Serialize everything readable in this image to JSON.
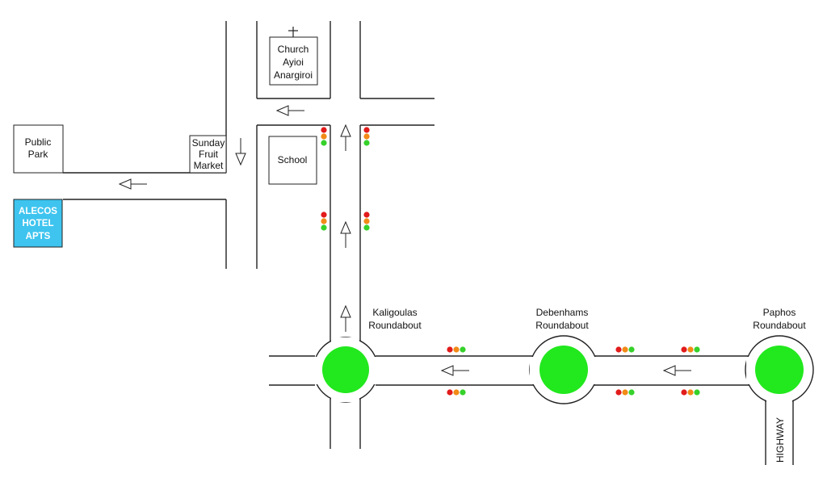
{
  "colors": {
    "roundabout": "#22e81e",
    "hotel": "#3ec4ef",
    "light_red": "#e21b1b",
    "light_amber": "#f28a16",
    "light_green": "#36d12a"
  },
  "landmarks": {
    "church": [
      "Church",
      "Ayioi",
      "Anargiroi"
    ],
    "school": "School",
    "public_park": [
      "Public",
      "Park"
    ],
    "sunday_market": [
      "Sunday",
      "Fruit",
      "Market"
    ],
    "hotel": [
      "ALECOS",
      "HOTEL",
      "APTS"
    ]
  },
  "roundabouts": {
    "kaligoulas": [
      "Kaligoulas",
      "Roundabout"
    ],
    "debenhams": [
      "Debenhams",
      "Roundabout"
    ],
    "paphos": [
      "Paphos",
      "Roundabout"
    ]
  },
  "highway_label": "HIGHWAY",
  "icons": {
    "church_cross": "cross-icon",
    "direction_arrows": "arrow-icon",
    "traffic_lights": "traffic-light-icon"
  }
}
